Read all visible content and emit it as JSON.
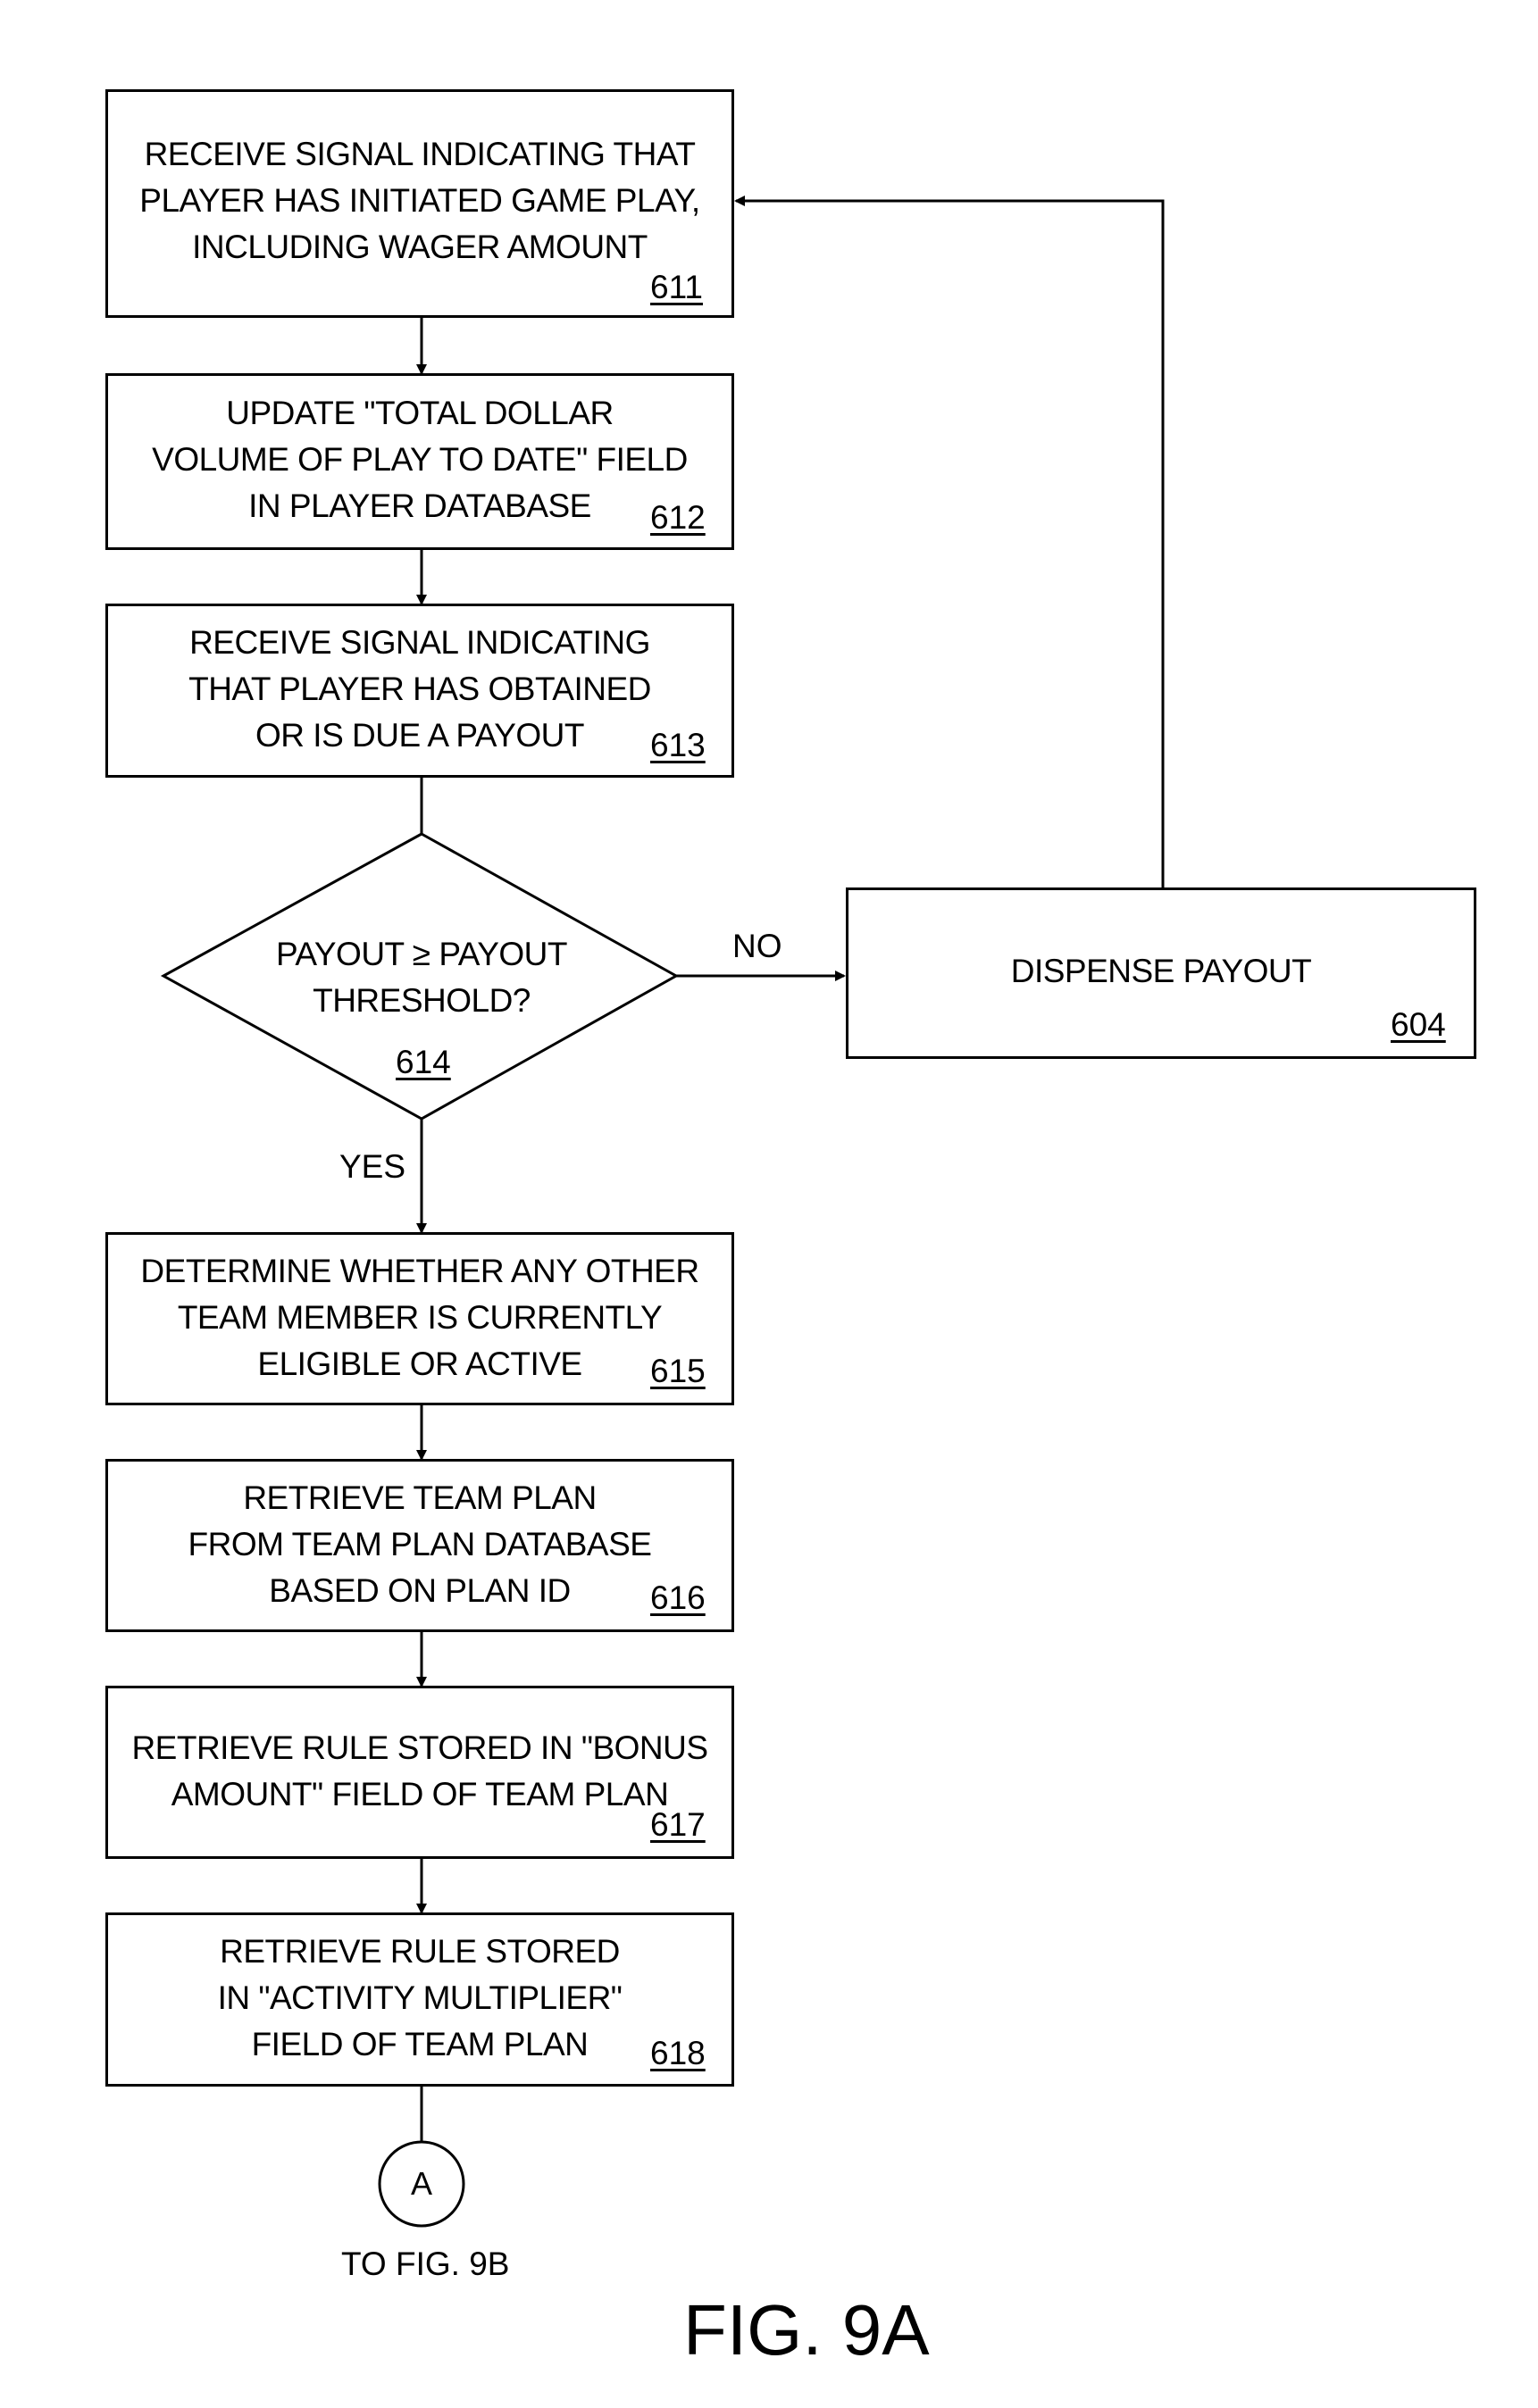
{
  "steps": {
    "s611": {
      "text": "RECEIVE SIGNAL INDICATING THAT\nPLAYER HAS INITIATED GAME PLAY,\nINCLUDING WAGER AMOUNT",
      "ref": "611"
    },
    "s612": {
      "text": "UPDATE \"TOTAL DOLLAR\nVOLUME OF PLAY TO DATE\" FIELD\nIN PLAYER DATABASE",
      "ref": "612"
    },
    "s613": {
      "text": "RECEIVE SIGNAL INDICATING\nTHAT PLAYER HAS OBTAINED\nOR IS DUE A PAYOUT",
      "ref": "613"
    },
    "s614": {
      "text": "PAYOUT ≥ PAYOUT\nTHRESHOLD?",
      "ref": "614"
    },
    "s604": {
      "text": "DISPENSE PAYOUT",
      "ref": "604"
    },
    "s615": {
      "text": "DETERMINE WHETHER ANY OTHER\nTEAM MEMBER IS CURRENTLY\nELIGIBLE OR ACTIVE",
      "ref": "615"
    },
    "s616": {
      "text": "RETRIEVE TEAM PLAN\nFROM TEAM PLAN DATABASE\nBASED ON PLAN ID",
      "ref": "616"
    },
    "s617": {
      "text": "RETRIEVE RULE STORED IN \"BONUS\nAMOUNT\" FIELD OF TEAM PLAN",
      "ref": "617"
    },
    "s618": {
      "text": "RETRIEVE RULE STORED\nIN \"ACTIVITY MULTIPLIER\"\nFIELD OF TEAM PLAN",
      "ref": "618"
    }
  },
  "labels": {
    "no": "NO",
    "yes": "YES"
  },
  "connector": {
    "letter": "A",
    "caption": "TO FIG. 9B"
  },
  "figure_title": "FIG. 9A"
}
